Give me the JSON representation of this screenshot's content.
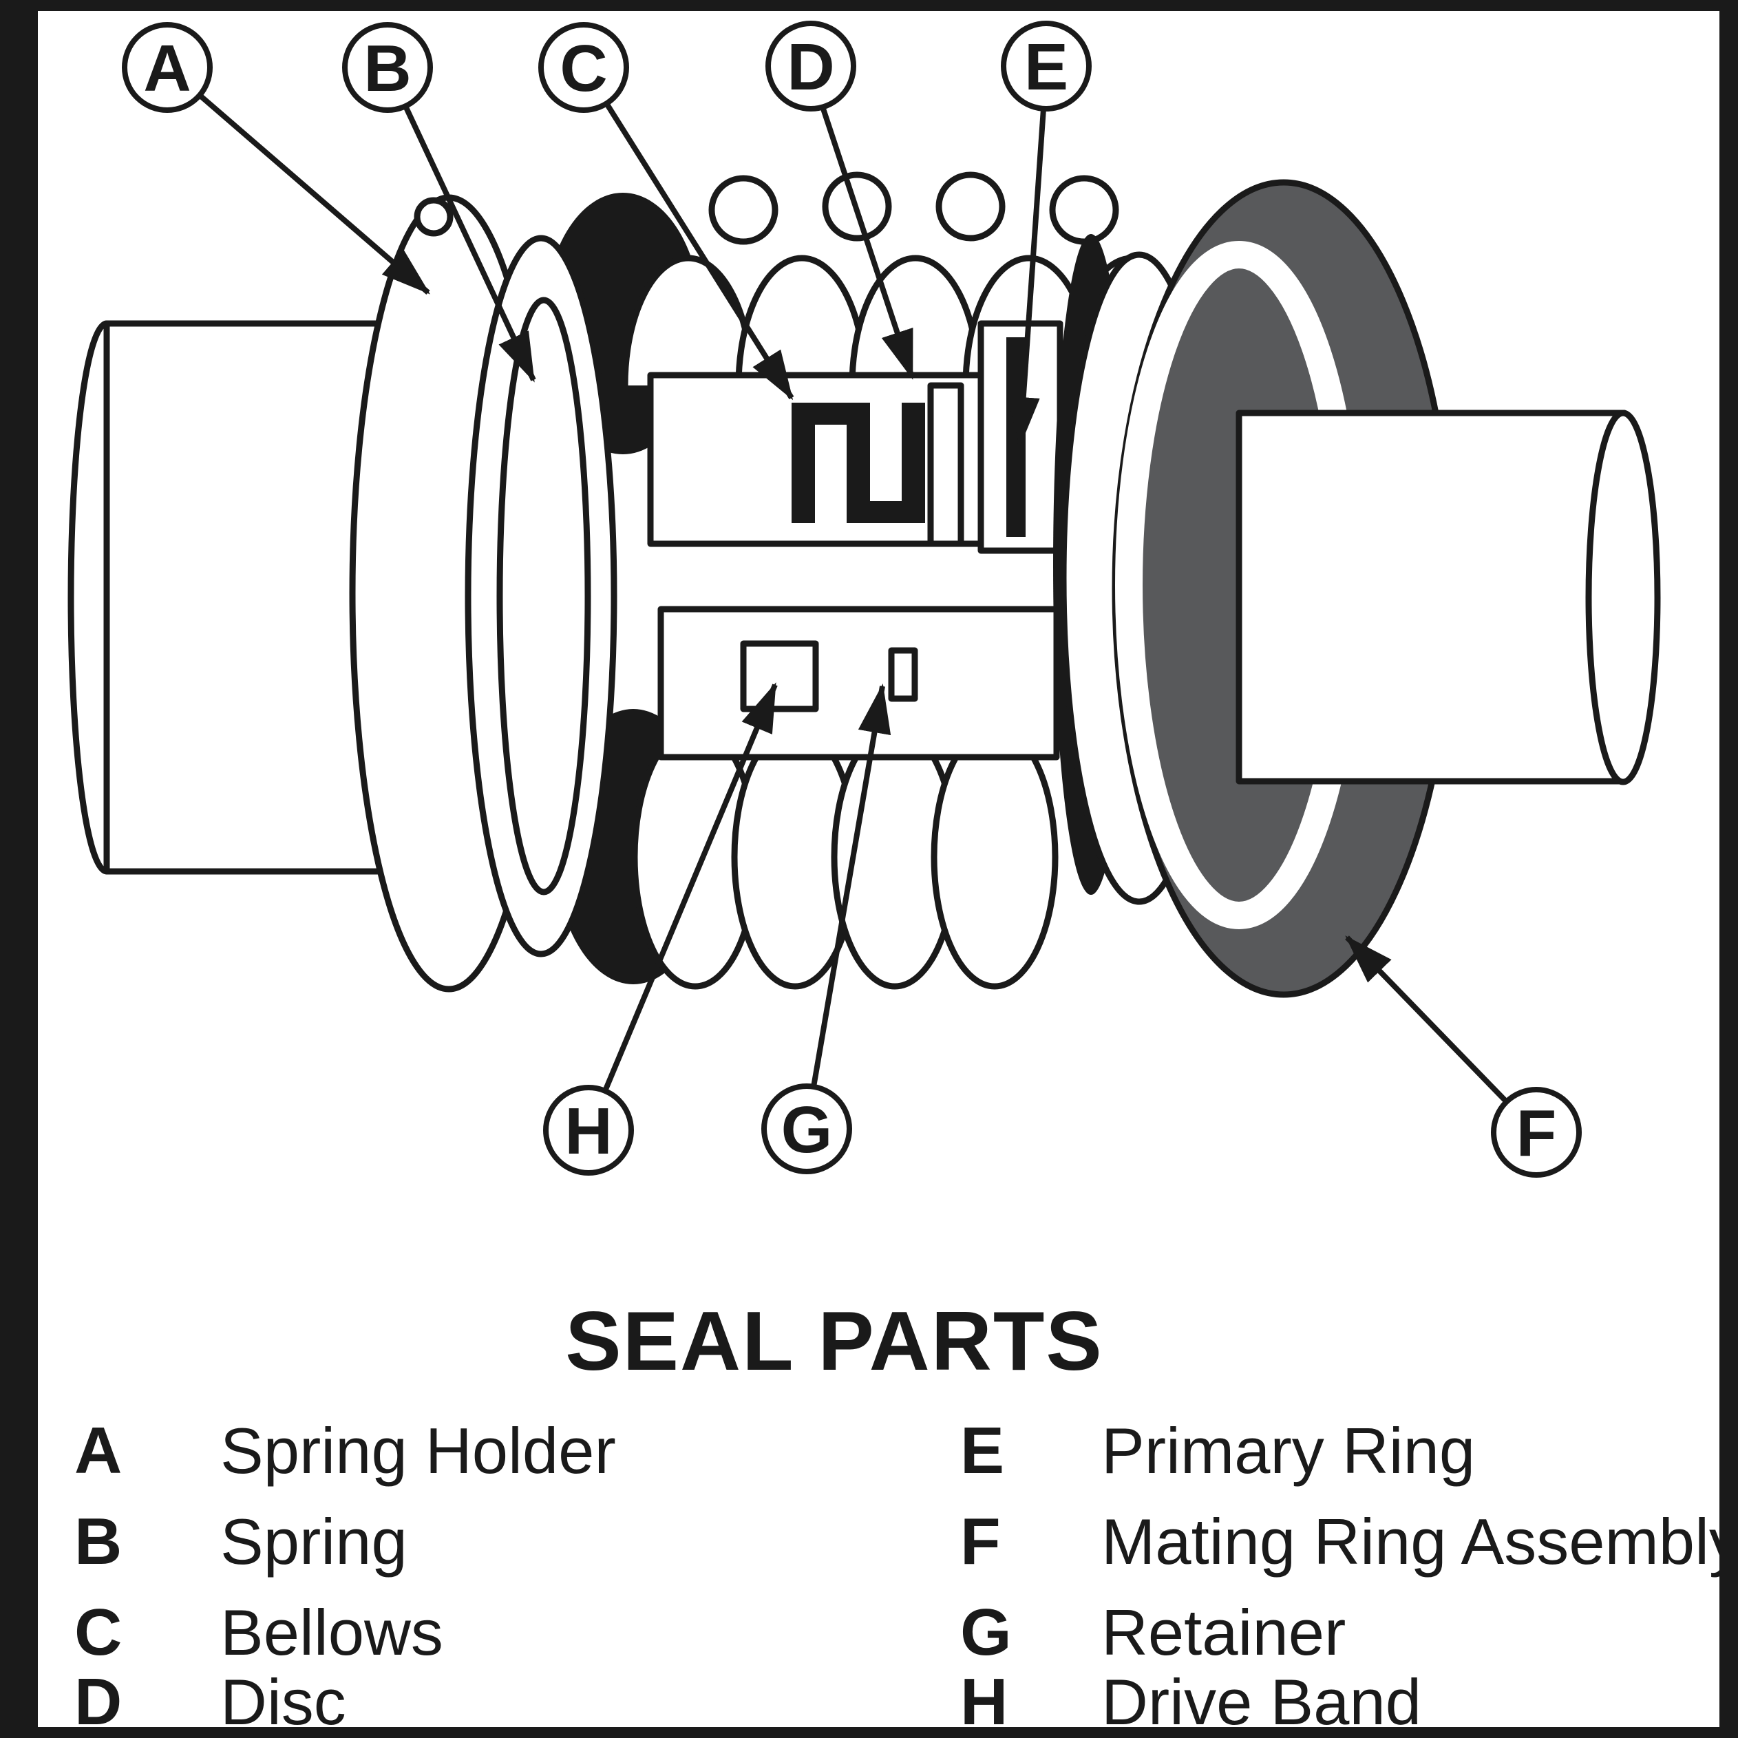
{
  "title": "SEAL PARTS",
  "callouts": {
    "a": "A",
    "b": "B",
    "c": "C",
    "d": "D",
    "e": "E",
    "f": "F",
    "g": "G",
    "h": "H"
  },
  "legend": {
    "left": [
      {
        "key": "A",
        "label": "Spring Holder"
      },
      {
        "key": "B",
        "label": "Spring"
      },
      {
        "key": "C",
        "label": "Bellows"
      },
      {
        "key": "D",
        "label": "Disc"
      }
    ],
    "right": [
      {
        "key": "E",
        "label": "Primary Ring"
      },
      {
        "key": "F",
        "label": "Mating Ring Assembly"
      },
      {
        "key": "G",
        "label": "Retainer"
      },
      {
        "key": "H",
        "label": "Drive Band"
      }
    ]
  },
  "colors": {
    "ink": "#1a1a1a",
    "mating_ring_fill": "#58595b",
    "background": "#ffffff"
  }
}
